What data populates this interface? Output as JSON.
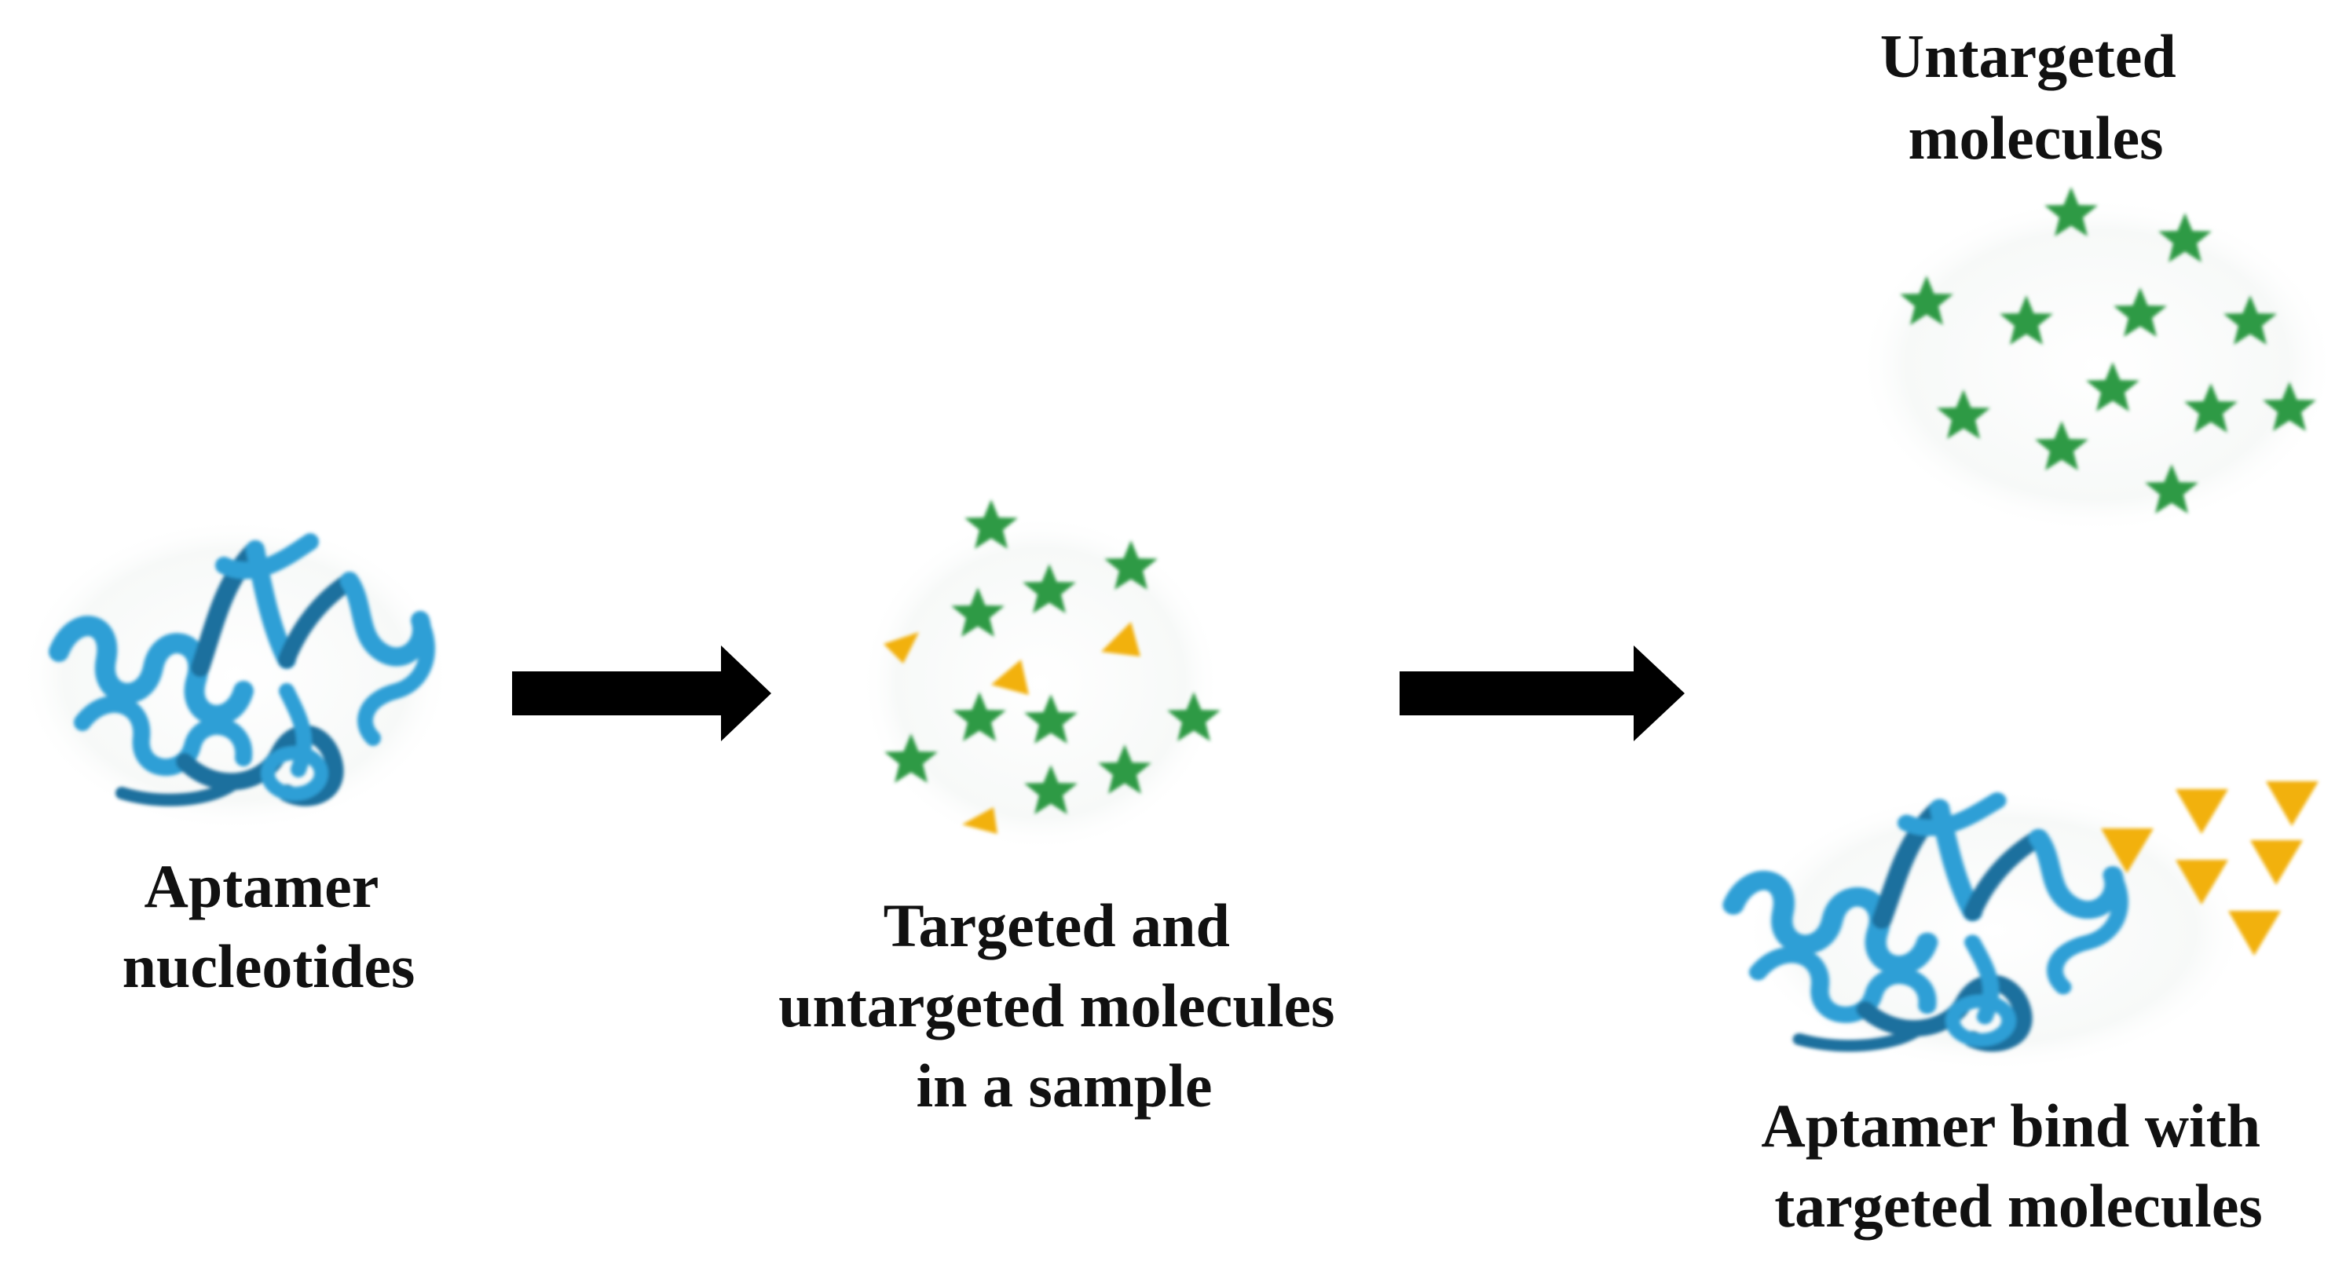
{
  "labels": {
    "aptamer": [
      "Aptamer",
      "nucleotides"
    ],
    "sample": [
      "Targeted and",
      "untargeted molecules",
      "in a sample"
    ],
    "untargeted": [
      "Untargeted",
      "molecules"
    ],
    "bound": [
      "Aptamer bind with",
      "targeted molecules"
    ]
  },
  "colors": {
    "ribbon": "#2e9fd6",
    "ribbon_dark": "#1b6f9e",
    "star": "#2f9a44",
    "target": "#f2b10f",
    "arrow": "#000000",
    "text": "#111111"
  },
  "icons": {
    "aptamer": "protein-ribbon-icon",
    "untargeted_molecule": "star-icon",
    "targeted_molecule": "triangle-icon",
    "flow": "arrow-right-icon"
  }
}
